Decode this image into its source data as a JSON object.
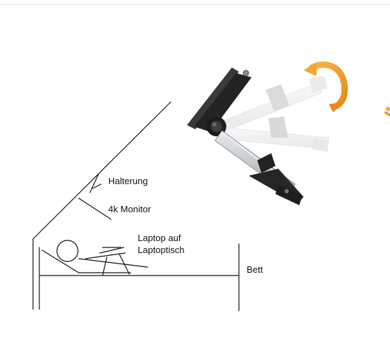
{
  "diagram": {
    "labels": {
      "mount": "Halterung",
      "monitor": "4k Monitor",
      "laptop_line1": "Laptop auf",
      "laptop_line2": "Laptoptisch",
      "bed": "Bett"
    }
  },
  "colors": {
    "sketch_stroke": "#111111",
    "arm_silver": "#c9ccd0",
    "arm_dark": "#2b2b2b",
    "rotate_arrow": "#f0a030"
  }
}
